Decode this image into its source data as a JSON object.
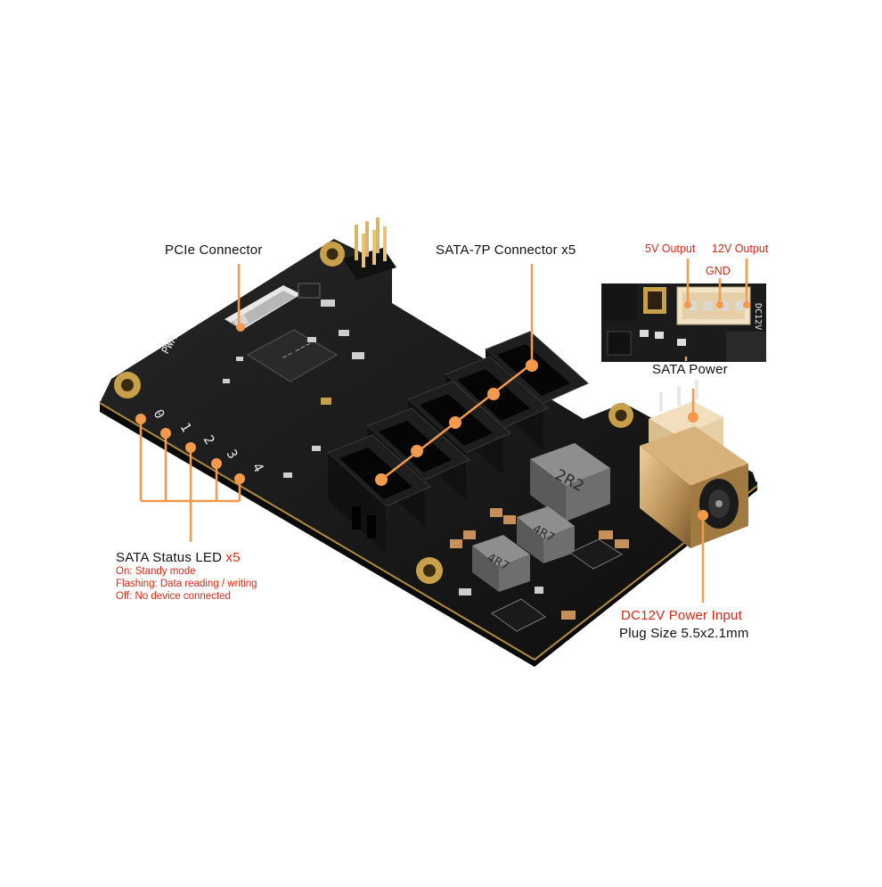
{
  "labels": {
    "pcie_connector": "PCIe Connector",
    "sata_connector": "SATA-7P Connector x5",
    "sata_power": "SATA Power",
    "power_5v": "5V Output",
    "power_12v": "12V Output",
    "power_gnd": "GND",
    "led_title": "SATA Status LED",
    "led_count": "x5",
    "led_on": "On: Standy mode",
    "led_flashing": "Flashing: Data reading / writing",
    "led_off": "Off: No device connected",
    "dc_title": "DC12V Power Input",
    "dc_plug": "Plug Size 5.5x2.1mm"
  },
  "silkscreen": {
    "pwr": "PWR",
    "led_numbers": [
      "0",
      "1",
      "2",
      "3",
      "4"
    ],
    "inductor_large": "2R2",
    "inductor_small_a": "4R7",
    "inductor_small_b": "4R7",
    "inset_dc12v": "DC12V"
  },
  "colors": {
    "accent": "#f39a4c",
    "label_red": "#d42a16",
    "pcb": "#171717",
    "gold": "#c9a04a"
  }
}
